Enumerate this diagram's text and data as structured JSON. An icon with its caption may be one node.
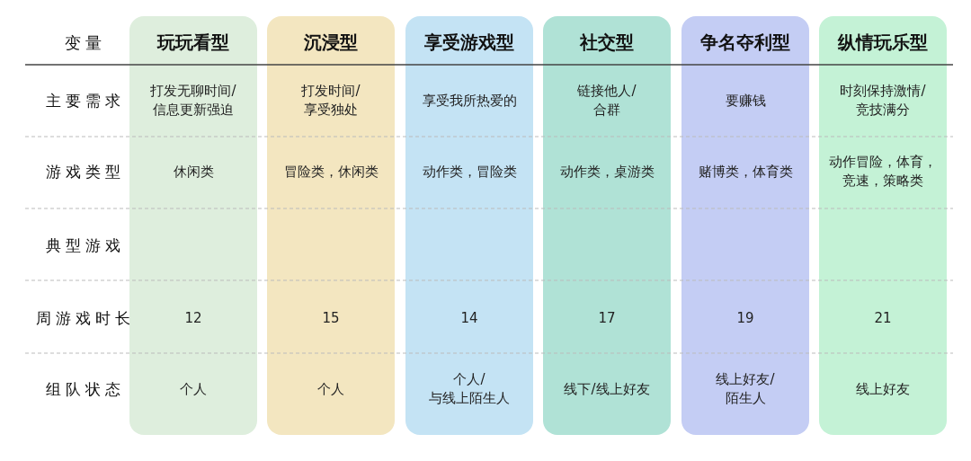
{
  "diagram": {
    "nodes": [
      {
        "text": [
          "玩玩看型",
          "打发无聊时间/信息更新强迫",
          "休闲类",
          "12",
          "个人"
        ]
      },
      {
        "text": [
          "沉浸型",
          "打发时间/享受独处",
          "冒险类，休闲类",
          "15",
          "个人"
        ]
      },
      {
        "text": [
          "享受游戏型",
          "享受我所热爱的",
          "动作类，冒险类",
          "14",
          "个人/与线上陌生人"
        ]
      },
      {
        "text": [
          "社交型",
          "链接他人/合群",
          "动作类，桌游类",
          "17",
          "线下/线上好友"
        ]
      },
      {
        "text": [
          "争名夺利型",
          "要赚钱",
          "赌博类，体育类",
          "19",
          "线上好友/陌生人"
        ]
      },
      {
        "text": [
          "纵情玩乐型",
          "时刻保持激情/竞技满分",
          "动作冒险，体育，竞速，策略类",
          "21",
          "线上好友"
        ]
      }
    ],
    "labels": [
      "变量",
      "主要需求",
      "游戏类型",
      "典型游戏",
      "周游戏时长",
      "组队状态"
    ]
  }
}
